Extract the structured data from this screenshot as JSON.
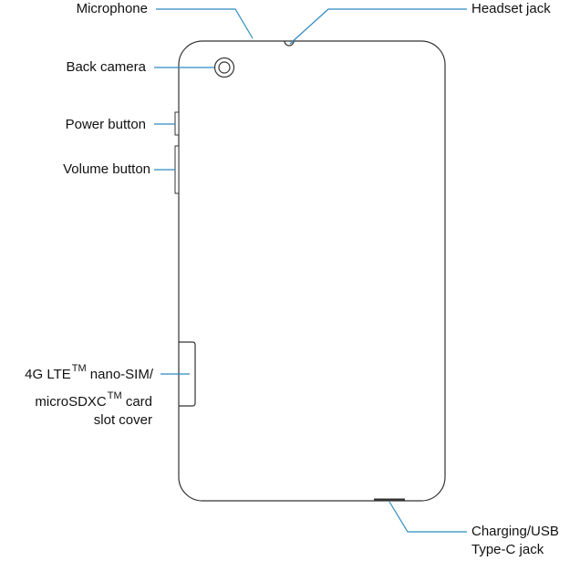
{
  "labels": {
    "microphone": "Microphone",
    "headset_jack": "Headset jack",
    "back_camera": "Back camera",
    "power_button": "Power button",
    "volume_button": "Volume button",
    "sim_slot_line1_a": "4G LTE",
    "sim_slot_line1_tm": "TM",
    "sim_slot_line1_b": "nano-SIM/",
    "sim_slot_line2_a": "microSDXC",
    "sim_slot_line2_tm": "TM",
    "sim_slot_line2_b": "card",
    "sim_slot_line3": "slot cover",
    "charging_line1": "Charging/USB",
    "charging_line2": "Type-C jack"
  },
  "colors": {
    "leader_line": "#2e8bc0",
    "outline": "#333333",
    "text": "#111111"
  }
}
